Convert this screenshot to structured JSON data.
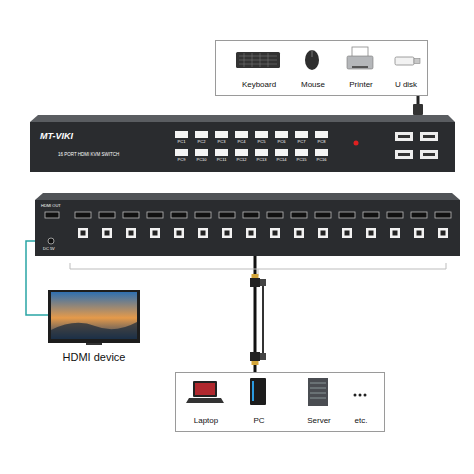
{
  "diagram": {
    "nodes": [
      {
        "text": [
          "Keyboard",
          "Mouse",
          "Printer",
          "U disk"
        ]
      },
      {
        "text": [
          "MT-VIKI",
          "16 PORT HDMI KVM SWITCH"
        ]
      },
      {
        "text": [
          "HDMI OUT",
          "DC 5V"
        ]
      },
      {
        "text": [
          "HDMI device"
        ]
      },
      {
        "text": [
          "Laptop",
          "PC",
          "Server",
          "etc."
        ]
      }
    ],
    "edges": [
      {
        "from": 0,
        "to": 1,
        "arrow": "none"
      },
      {
        "from": 2,
        "to": 3,
        "arrow": "none"
      },
      {
        "from": 2,
        "to": 4,
        "arrow": "none"
      }
    ],
    "labels": [
      "PC1",
      "PC2",
      "PC3",
      "PC4",
      "PC5",
      "PC6",
      "PC7",
      "PC8",
      "PC9",
      "PC10",
      "PC11",
      "PC12",
      "PC13",
      "PC14",
      "PC15",
      "PC16"
    ]
  }
}
